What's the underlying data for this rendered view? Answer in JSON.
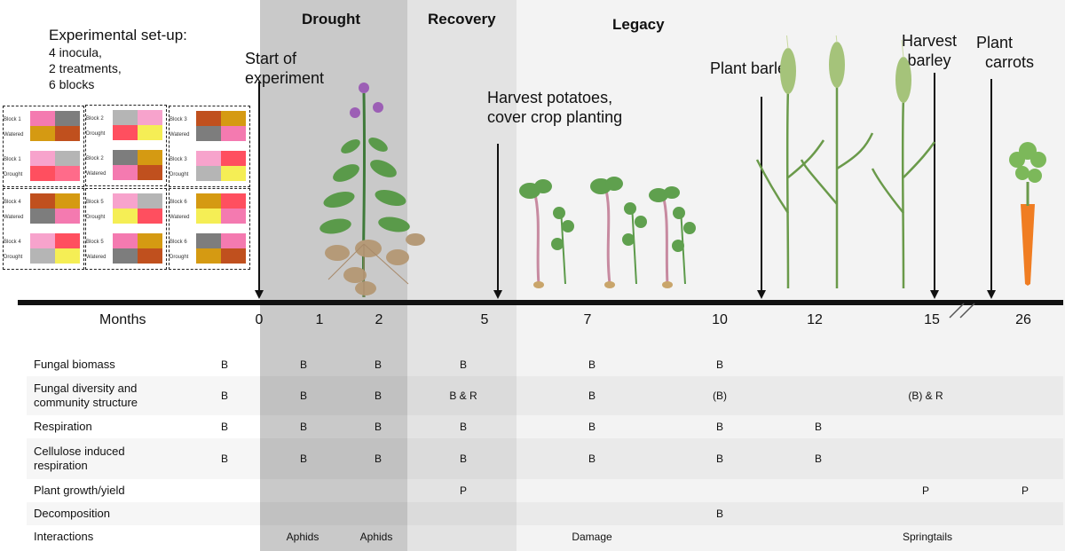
{
  "phases": {
    "drought": "Drought",
    "recovery": "Recovery",
    "legacy": "Legacy"
  },
  "setup": {
    "title": "Experimental set-up:",
    "lines": [
      "4 inocula,",
      "2 treatments,",
      "6 blocks"
    ]
  },
  "events": {
    "start": [
      "Start of",
      "experiment"
    ],
    "harvest_potatoes": [
      "Harvest potatoes,",
      "cover crop planting"
    ],
    "plant_barley": "Plant barley",
    "harvest_barley": [
      "Harvest",
      "barley"
    ],
    "plant_carrots": [
      "Plant",
      "carrots"
    ]
  },
  "axis": {
    "label": "Months",
    "ticks": [
      "0",
      "1",
      "2",
      "5",
      "7",
      "10",
      "12",
      "15",
      "26"
    ]
  },
  "blocks": [
    {
      "name": "Block 1",
      "units": [
        {
          "label": "Block 1",
          "treatment": "Watered",
          "colors": [
            "#f47ab0",
            "#7d7d7d",
            "#d59a12",
            "#c0501e"
          ]
        },
        {
          "label": "Block 1",
          "treatment": "Drought",
          "colors": [
            "#f7a3cc",
            "#b5b5b5",
            "#ff4f5f",
            "#ff6b8a"
          ]
        }
      ]
    },
    {
      "name": "Block 2",
      "units": [
        {
          "label": "Block 2",
          "treatment": "Drought",
          "colors": [
            "#b5b5b5",
            "#f7a3cc",
            "#ff4f5f",
            "#f5ee55"
          ]
        },
        {
          "label": "Block 2",
          "treatment": "Watered",
          "colors": [
            "#7d7d7d",
            "#d59a12",
            "#f47ab0",
            "#c0501e"
          ]
        }
      ]
    },
    {
      "name": "Block 3",
      "units": [
        {
          "label": "Block 3",
          "treatment": "Watered",
          "colors": [
            "#c0501e",
            "#d59a12",
            "#7d7d7d",
            "#f47ab0"
          ]
        },
        {
          "label": "Block 3",
          "treatment": "Drought",
          "colors": [
            "#f7a3cc",
            "#ff4f5f",
            "#b5b5b5",
            "#f5ee55"
          ]
        }
      ]
    },
    {
      "name": "Block 4",
      "units": [
        {
          "label": "Block 4",
          "treatment": "Watered",
          "colors": [
            "#c0501e",
            "#d59a12",
            "#7d7d7d",
            "#f47ab0"
          ]
        },
        {
          "label": "Block 4",
          "treatment": "Drought",
          "colors": [
            "#f7a3cc",
            "#ff4f5f",
            "#b5b5b5",
            "#f5ee55"
          ]
        }
      ]
    },
    {
      "name": "Block 5",
      "units": [
        {
          "label": "Block 5",
          "treatment": "Drought",
          "colors": [
            "#f7a3cc",
            "#b5b5b5",
            "#f5ee55",
            "#ff4f5f"
          ]
        },
        {
          "label": "Block 5",
          "treatment": "Watered",
          "colors": [
            "#f47ab0",
            "#d59a12",
            "#7d7d7d",
            "#c0501e"
          ]
        }
      ]
    },
    {
      "name": "Block 6",
      "units": [
        {
          "label": "Block 6",
          "treatment": "Watered",
          "colors": [
            "#d59a12",
            "#ff4f5f",
            "#f5ee55",
            "#f47ab0"
          ]
        },
        {
          "label": "Block 6",
          "treatment": "Drought",
          "colors": [
            "#7d7d7d",
            "#f47ab0",
            "#d59a12",
            "#c0501e"
          ]
        }
      ]
    }
  ],
  "measurements": [
    {
      "label": [
        "Fungal biomass"
      ],
      "cells": [
        "B",
        "B",
        "B",
        "B",
        "B",
        "B",
        "",
        "",
        ""
      ]
    },
    {
      "label": [
        "Fungal diversity and",
        "community structure"
      ],
      "cells": [
        "B",
        "B",
        "B",
        "B & R",
        "B",
        "(B)",
        "",
        "(B) & R",
        ""
      ]
    },
    {
      "label": [
        "Respiration"
      ],
      "cells": [
        "B",
        "B",
        "B",
        "B",
        "B",
        "B",
        "B",
        "",
        ""
      ]
    },
    {
      "label": [
        "Cellulose induced",
        "respiration"
      ],
      "cells": [
        "B",
        "B",
        "B",
        "B",
        "B",
        "B",
        "B",
        "",
        ""
      ]
    },
    {
      "label": [
        "Plant growth/yield"
      ],
      "cells": [
        "",
        "",
        "",
        "P",
        "",
        "",
        "",
        "P",
        "P"
      ]
    },
    {
      "label": [
        "Decomposition"
      ],
      "cells": [
        "",
        "",
        "",
        "",
        "",
        "B",
        "",
        "",
        ""
      ]
    },
    {
      "label": [
        "Interactions"
      ],
      "cells": [
        "",
        "Aphids",
        "Aphids",
        "",
        "Damage",
        "",
        "",
        "Springtails",
        ""
      ]
    }
  ],
  "colors": {
    "drought_band": "#c9c9c9",
    "recovery_band": "#e3e3e3",
    "legacy_band": "#f3f3f3"
  }
}
